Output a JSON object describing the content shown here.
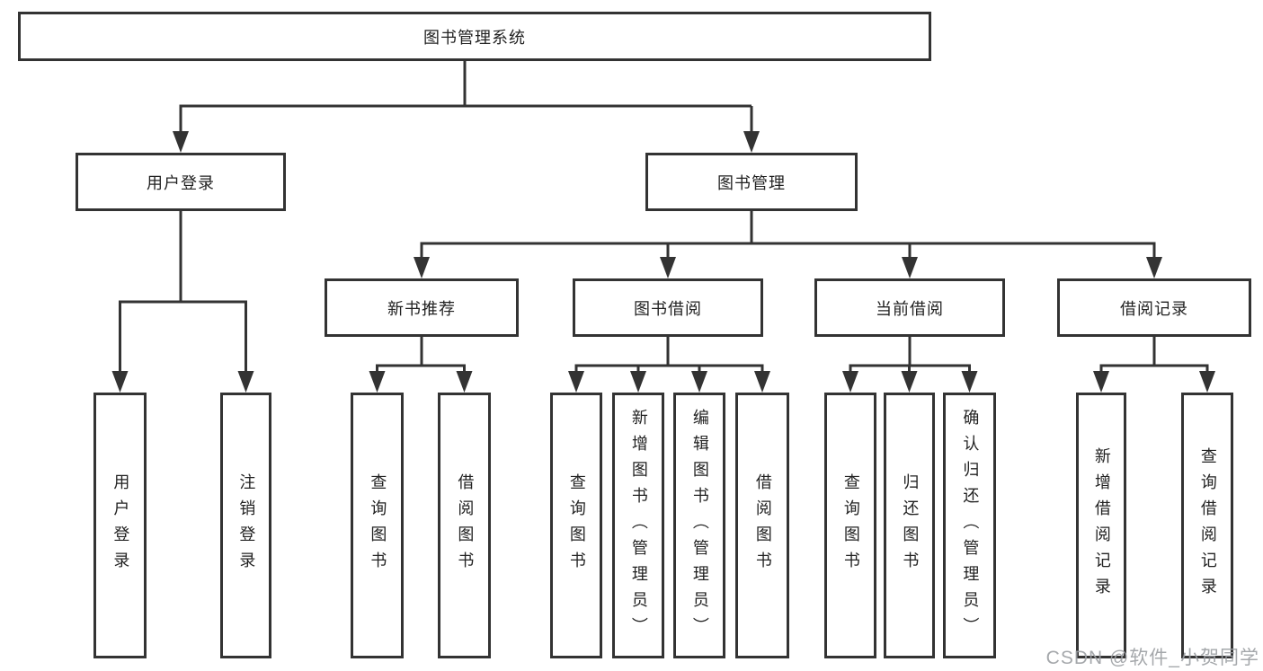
{
  "tree": {
    "label": "图书管理系统",
    "children": [
      {
        "label": "用户登录",
        "children": [
          {
            "label": "用户登录"
          },
          {
            "label": "注销登录"
          }
        ]
      },
      {
        "label": "图书管理",
        "children": [
          {
            "label": "新书推荐",
            "children": [
              {
                "label": "查询图书"
              },
              {
                "label": "借阅图书"
              }
            ]
          },
          {
            "label": "图书借阅",
            "children": [
              {
                "label": "查询图书"
              },
              {
                "label": "新增图书（管理员）"
              },
              {
                "label": "编辑图书（管理员）"
              },
              {
                "label": "借阅图书"
              }
            ]
          },
          {
            "label": "当前借阅",
            "children": [
              {
                "label": "查询图书"
              },
              {
                "label": "归还图书"
              },
              {
                "label": "确认归还（管理员）"
              }
            ]
          },
          {
            "label": "借阅记录",
            "children": [
              {
                "label": "新增借阅记录"
              },
              {
                "label": "查询借阅记录"
              }
            ]
          }
        ]
      }
    ]
  },
  "colors": {
    "line": "#333333",
    "text": "#222222",
    "watermark": "#9c9fa3"
  },
  "watermark": {
    "text": "CSDN @软件_小贺同学"
  }
}
